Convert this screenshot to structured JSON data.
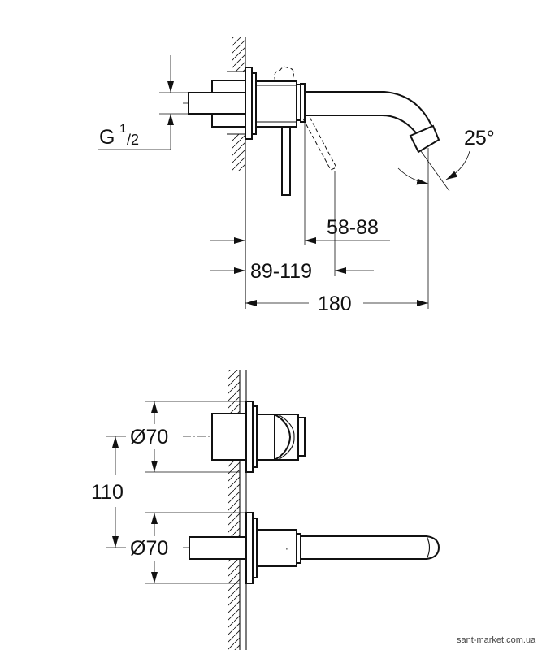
{
  "side_view": {
    "thread_label": {
      "main": "G",
      "sup": "1",
      "sub": "/2"
    },
    "angle_label": "25°",
    "dim_lever": "58-88",
    "dim_depth": "89-119",
    "dim_total": "180"
  },
  "front_view": {
    "dia_upper": "Ø70",
    "dia_lower": "Ø70",
    "dim_spacing": "110"
  },
  "watermark": "sant-market.com.ua"
}
